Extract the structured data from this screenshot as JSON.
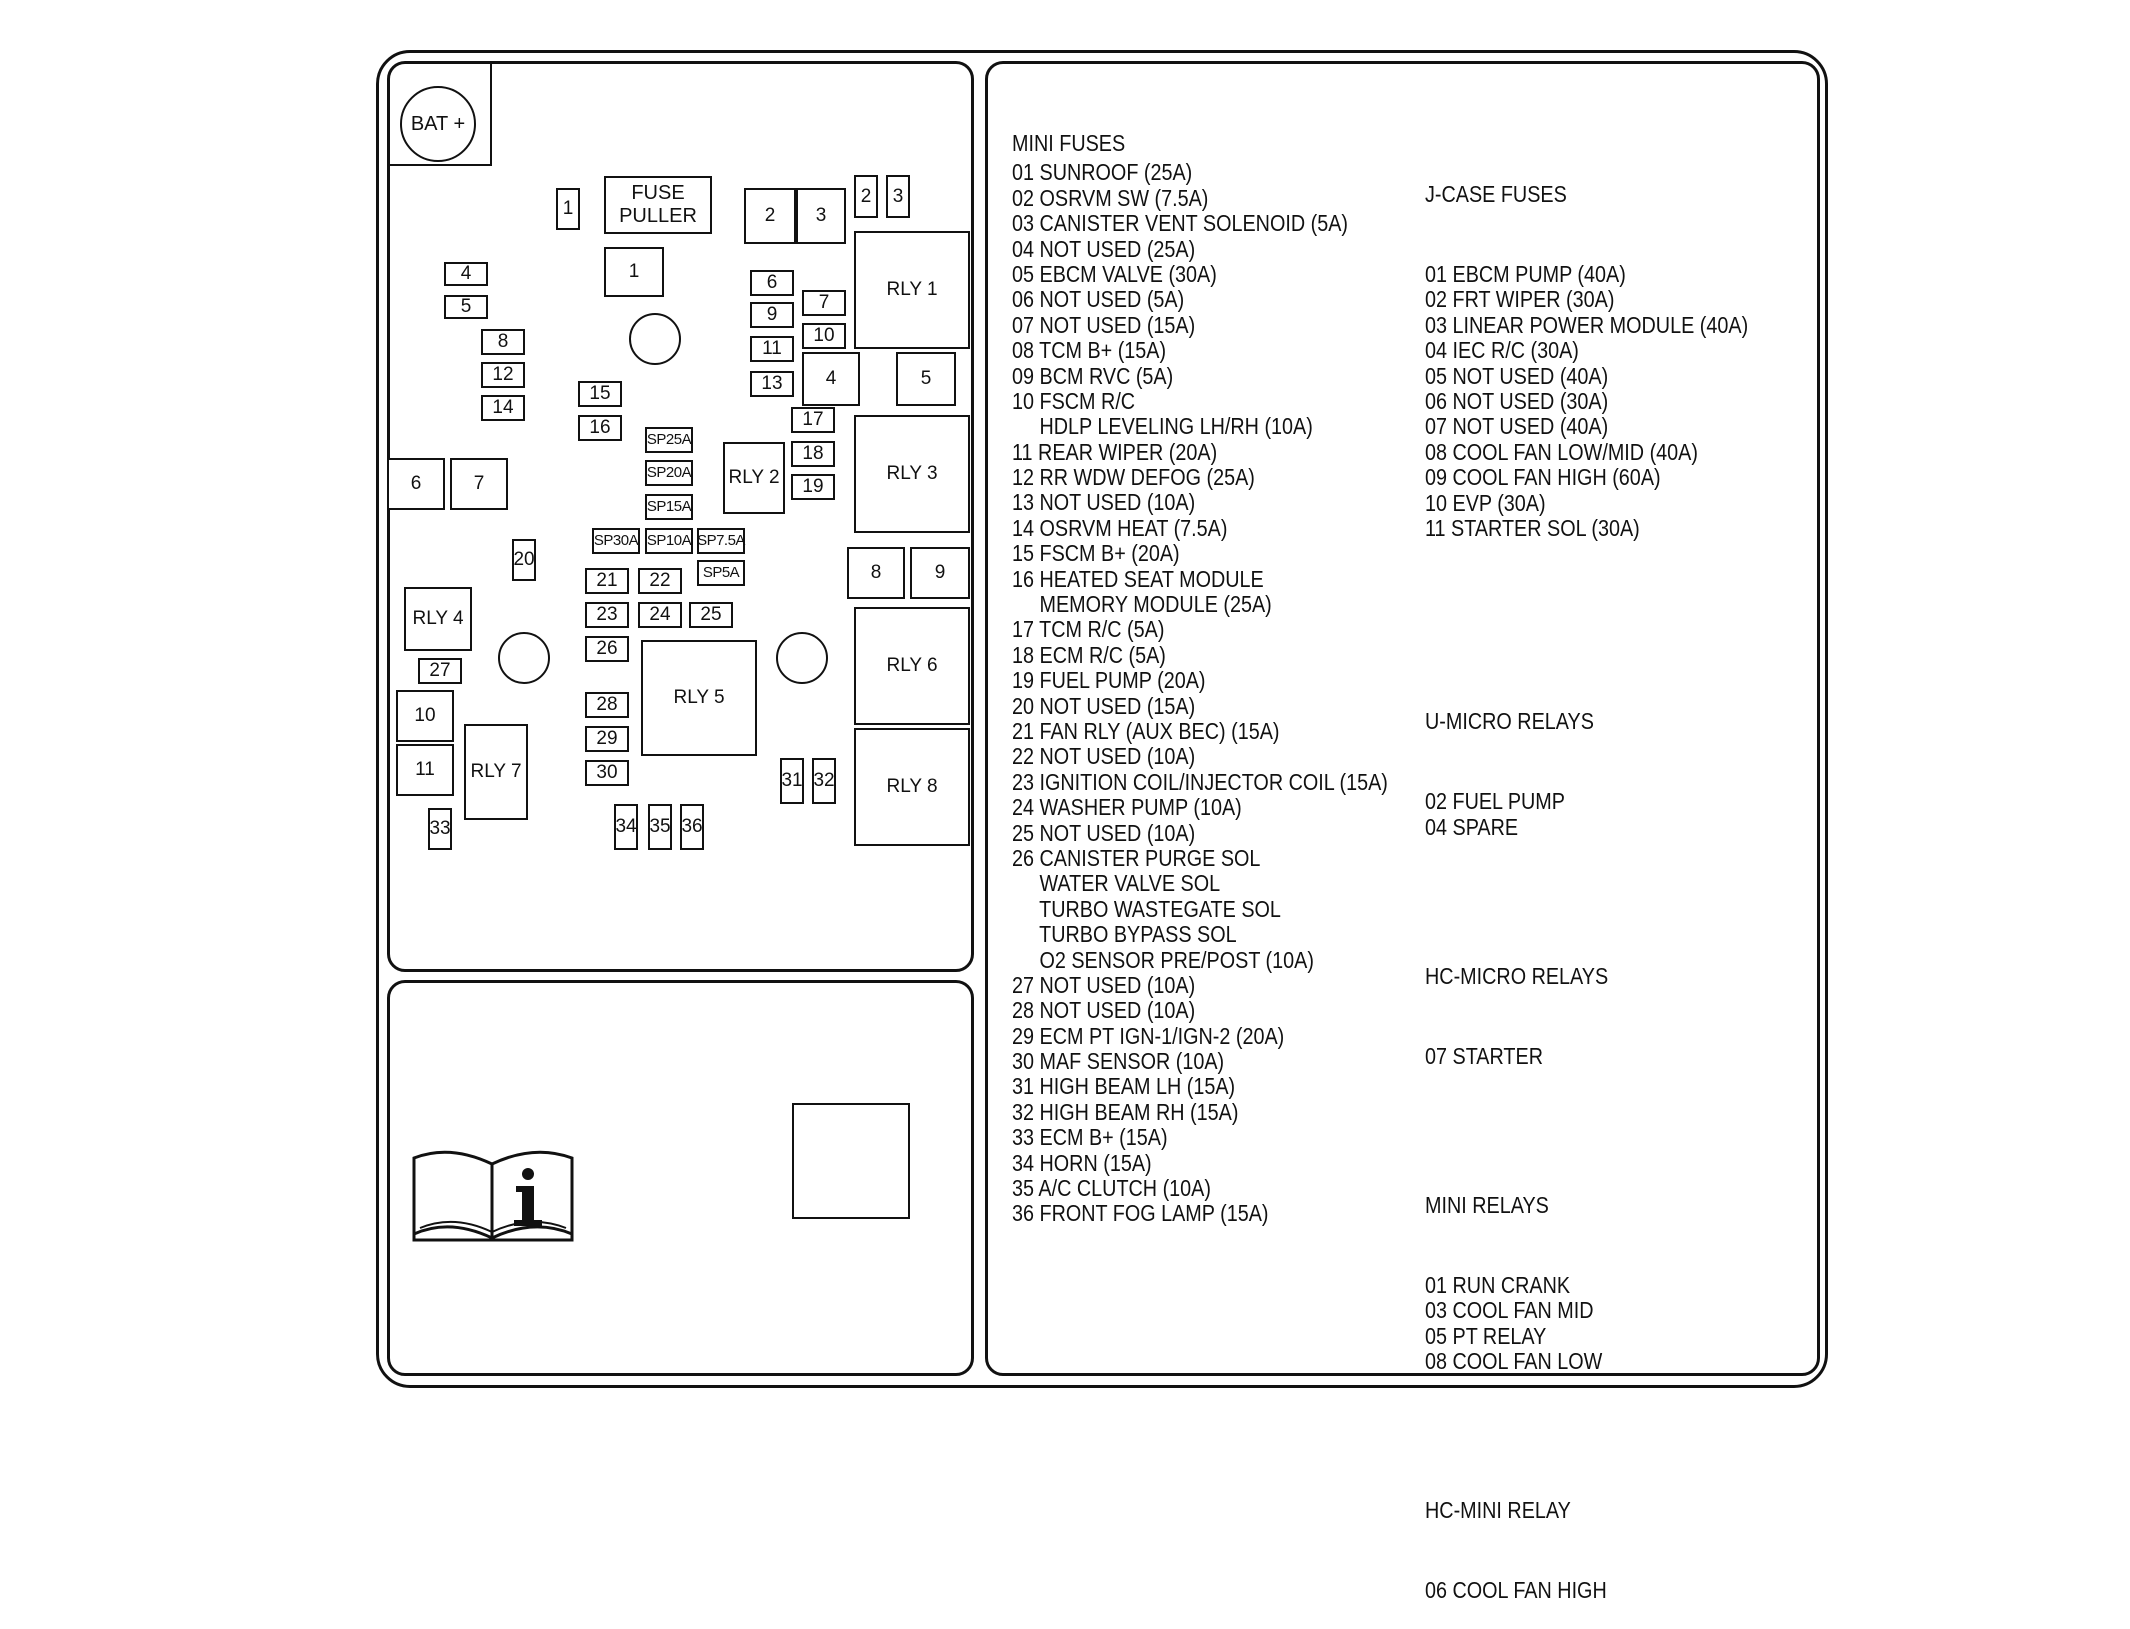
{
  "diagram": {
    "bat_label": "BAT +",
    "fuse_puller_label": "FUSE\nPULLER",
    "components": [
      {
        "id": "f1a",
        "label": "1"
      },
      {
        "id": "f1b",
        "label": "1"
      },
      {
        "id": "f2",
        "label": "2"
      },
      {
        "id": "f3",
        "label": "3"
      },
      {
        "id": "f2s",
        "label": "2"
      },
      {
        "id": "f3s",
        "label": "3"
      },
      {
        "id": "f4",
        "label": "4"
      },
      {
        "id": "f5",
        "label": "5"
      },
      {
        "id": "f6",
        "label": "6"
      },
      {
        "id": "f7",
        "label": "7"
      },
      {
        "id": "f8",
        "label": "8"
      },
      {
        "id": "f9",
        "label": "9"
      },
      {
        "id": "f10",
        "label": "10"
      },
      {
        "id": "f11",
        "label": "11"
      },
      {
        "id": "f12",
        "label": "12"
      },
      {
        "id": "f13",
        "label": "13"
      },
      {
        "id": "f14",
        "label": "14"
      },
      {
        "id": "f15",
        "label": "15"
      },
      {
        "id": "f16",
        "label": "16"
      },
      {
        "id": "f17",
        "label": "17"
      },
      {
        "id": "f18",
        "label": "18"
      },
      {
        "id": "f19",
        "label": "19"
      },
      {
        "id": "f20",
        "label": "20"
      },
      {
        "id": "f21",
        "label": "21"
      },
      {
        "id": "f22",
        "label": "22"
      },
      {
        "id": "f23",
        "label": "23"
      },
      {
        "id": "f24",
        "label": "24"
      },
      {
        "id": "f25",
        "label": "25"
      },
      {
        "id": "f26",
        "label": "26"
      },
      {
        "id": "f27",
        "label": "27"
      },
      {
        "id": "f28",
        "label": "28"
      },
      {
        "id": "f29",
        "label": "29"
      },
      {
        "id": "f30",
        "label": "30"
      },
      {
        "id": "f31",
        "label": "31"
      },
      {
        "id": "f32",
        "label": "32"
      },
      {
        "id": "f33",
        "label": "33"
      },
      {
        "id": "f34",
        "label": "34"
      },
      {
        "id": "f35",
        "label": "35"
      },
      {
        "id": "f36",
        "label": "36"
      },
      {
        "id": "jc4",
        "label": "4"
      },
      {
        "id": "jc5",
        "label": "5"
      },
      {
        "id": "jc6",
        "label": "6"
      },
      {
        "id": "jc7",
        "label": "7"
      },
      {
        "id": "jc8",
        "label": "8"
      },
      {
        "id": "jc9",
        "label": "9"
      },
      {
        "id": "jc10",
        "label": "10"
      },
      {
        "id": "jc11",
        "label": "11"
      },
      {
        "id": "rly1",
        "label": "RLY 1"
      },
      {
        "id": "rly2",
        "label": "RLY 2"
      },
      {
        "id": "rly3",
        "label": "RLY 3"
      },
      {
        "id": "rly4",
        "label": "RLY 4"
      },
      {
        "id": "rly5",
        "label": "RLY 5"
      },
      {
        "id": "rly6",
        "label": "RLY 6"
      },
      {
        "id": "rly7",
        "label": "RLY 7"
      },
      {
        "id": "rly8",
        "label": "RLY 8"
      },
      {
        "id": "sp25",
        "label": "SP25A"
      },
      {
        "id": "sp20",
        "label": "SP20A"
      },
      {
        "id": "sp15",
        "label": "SP15A"
      },
      {
        "id": "sp30",
        "label": "SP30A"
      },
      {
        "id": "sp10",
        "label": "SP10A"
      },
      {
        "id": "sp75",
        "label": "SP7.5A"
      },
      {
        "id": "sp5",
        "label": "SP5A"
      }
    ]
  },
  "legend_left": [
    {
      "text": "MINI FUSES",
      "type": "heading"
    },
    {
      "text": "01 SUNROOF (25A)"
    },
    {
      "text": "02 OSRVM SW (7.5A)"
    },
    {
      "text": "03 CANISTER VENT SOLENOID (5A)"
    },
    {
      "text": "04 NOT USED (25A)"
    },
    {
      "text": "05 EBCM VALVE (30A)"
    },
    {
      "text": "06 NOT USED (5A)"
    },
    {
      "text": "07 NOT USED (15A)"
    },
    {
      "text": "08 TCM B+ (15A)"
    },
    {
      "text": "09 BCM RVC (5A)"
    },
    {
      "text": "10 FSCM R/C"
    },
    {
      "text": "     HDLP LEVELING LH/RH (10A)"
    },
    {
      "text": "11 REAR WIPER (20A)"
    },
    {
      "text": "12 RR WDW DEFOG (25A)"
    },
    {
      "text": "13 NOT USED (10A)"
    },
    {
      "text": "14 OSRVM HEAT (7.5A)"
    },
    {
      "text": "15 FSCM B+ (20A)"
    },
    {
      "text": "16 HEATED SEAT MODULE"
    },
    {
      "text": "     MEMORY MODULE (25A)"
    },
    {
      "text": "17 TCM R/C (5A)"
    },
    {
      "text": "18 ECM R/C (5A)"
    },
    {
      "text": "19 FUEL PUMP (20A)"
    },
    {
      "text": "20 NOT USED (15A)"
    },
    {
      "text": "21 FAN RLY (AUX BEC) (15A)"
    },
    {
      "text": "22 NOT USED (10A)"
    },
    {
      "text": "23 IGNITION COIL/INJECTOR COIL (15A)"
    },
    {
      "text": "24 WASHER PUMP (10A)"
    },
    {
      "text": "25 NOT USED (10A)"
    },
    {
      "text": "26 CANISTER PURGE SOL"
    },
    {
      "text": "     WATER VALVE SOL"
    },
    {
      "text": "     TURBO WASTEGATE SOL"
    },
    {
      "text": "     TURBO BYPASS SOL"
    },
    {
      "text": "     O2 SENSOR PRE/POST (10A)"
    },
    {
      "text": "27 NOT USED (10A)"
    },
    {
      "text": "28 NOT USED (10A)"
    },
    {
      "text": "29 ECM PT IGN-1/IGN-2 (20A)"
    },
    {
      "text": "30 MAF SENSOR (10A)"
    },
    {
      "text": "31 HIGH BEAM LH (15A)"
    },
    {
      "text": "32 HIGH BEAM RH (15A)"
    },
    {
      "text": "33 ECM B+ (15A)"
    },
    {
      "text": "34 HORN (15A)"
    },
    {
      "text": "35 A/C CLUTCH (10A)"
    },
    {
      "text": "36 FRONT FOG LAMP (15A)"
    }
  ],
  "legend_right": {
    "jcase": {
      "heading": "J-CASE FUSES",
      "items": [
        "01 EBCM PUMP (40A)",
        "02 FRT WIPER (30A)",
        "03 LINEAR POWER MODULE (40A)",
        "04 IEC R/C (30A)",
        "05 NOT USED (40A)",
        "06 NOT USED (30A)",
        "07 NOT USED (40A)",
        "08 COOL FAN LOW/MID (40A)",
        "09 COOL FAN HIGH (60A)",
        "10 EVP (30A)",
        "11 STARTER SOL (30A)"
      ]
    },
    "umicro": {
      "heading": "U-MICRO RELAYS",
      "items": [
        "02 FUEL PUMP",
        "04 SPARE"
      ]
    },
    "hcmicro": {
      "heading": "HC-MICRO RELAYS",
      "items": [
        "07 STARTER"
      ]
    },
    "mini": {
      "heading": "MINI RELAYS",
      "items": [
        "01 RUN CRANK",
        "03 COOL FAN MID",
        "05 PT RELAY",
        "08 COOL FAN LOW"
      ]
    },
    "hcmini": {
      "heading": "HC-MINI RELAY",
      "items": [
        "06 COOL FAN HIGH"
      ]
    }
  },
  "icons": {
    "manual": "owner-manual-info-icon"
  }
}
